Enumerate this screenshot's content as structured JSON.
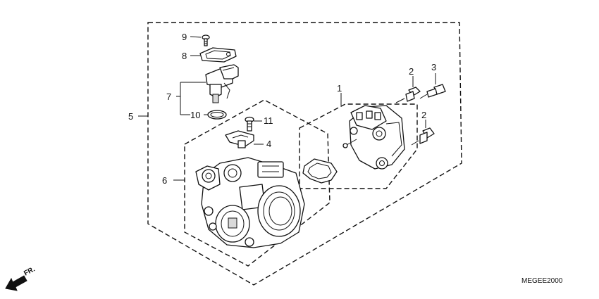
{
  "callouts": {
    "c1": "1",
    "c2a": "2",
    "c2b": "2",
    "c3": "3",
    "c4": "4",
    "c5": "5",
    "c6": "6",
    "c7": "7",
    "c8": "8",
    "c9": "9",
    "c10": "10",
    "c11": "11"
  },
  "diagram_code": "MEGEE2000",
  "direction_label": "FR."
}
